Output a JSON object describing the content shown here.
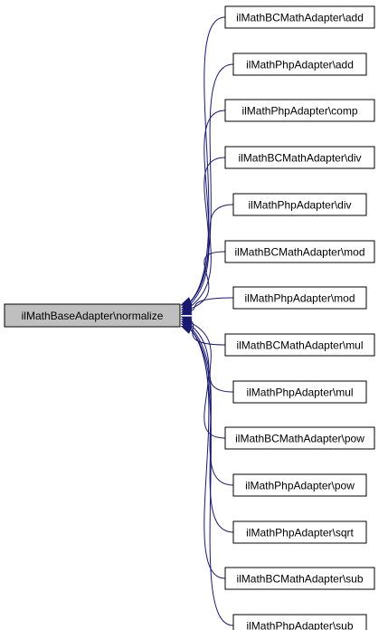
{
  "graph": {
    "colors": {
      "edge": "#191970",
      "focus_fill": "#bfbfbf",
      "node_fill": "#ffffff",
      "border": "#000000"
    },
    "focus": {
      "label": "ilMathBaseAdapter\\normalize"
    },
    "callers": [
      {
        "label": "ilMathBCMathAdapter\\add"
      },
      {
        "label": "ilMathPhpAdapter\\add"
      },
      {
        "label": "ilMathPhpAdapter\\comp"
      },
      {
        "label": "ilMathBCMathAdapter\\div"
      },
      {
        "label": "ilMathPhpAdapter\\div"
      },
      {
        "label": "ilMathBCMathAdapter\\mod"
      },
      {
        "label": "ilMathPhpAdapter\\mod"
      },
      {
        "label": "ilMathBCMathAdapter\\mul"
      },
      {
        "label": "ilMathPhpAdapter\\mul"
      },
      {
        "label": "ilMathBCMathAdapter\\pow"
      },
      {
        "label": "ilMathPhpAdapter\\pow"
      },
      {
        "label": "ilMathPhpAdapter\\sqrt"
      },
      {
        "label": "ilMathBCMathAdapter\\sub"
      },
      {
        "label": "ilMathPhpAdapter\\sub"
      }
    ]
  }
}
